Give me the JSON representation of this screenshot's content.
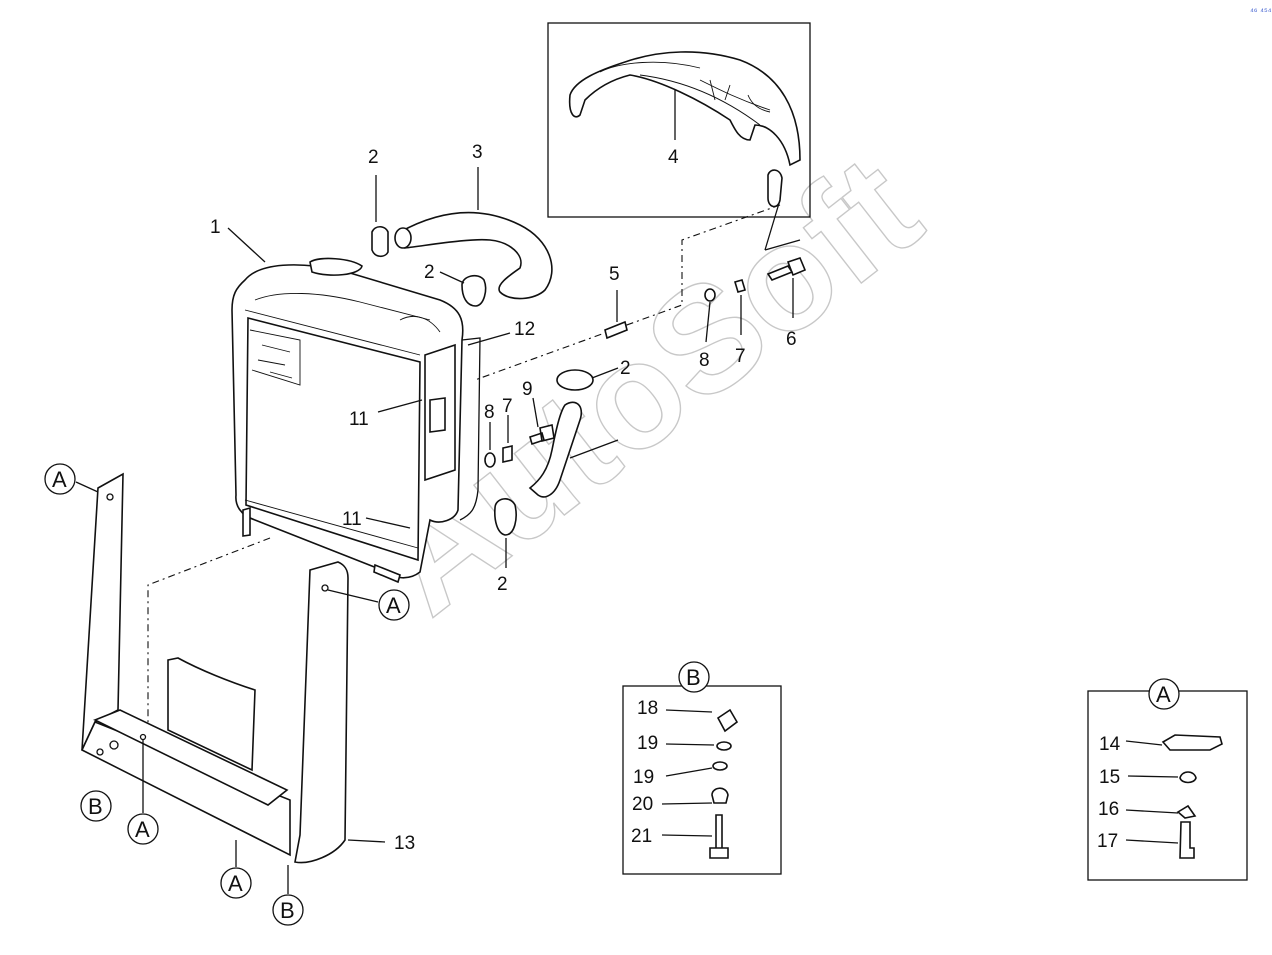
{
  "watermark": "AutoSoft",
  "corner_mark": "⁴⁶ ⁴⁵⁴",
  "callouts": {
    "c1": "1",
    "c2a": "2",
    "c2b": "2",
    "c2c": "2",
    "c2d": "2",
    "c3": "3",
    "c4": "4",
    "c5": "5",
    "c6": "6",
    "c7a": "7",
    "c7b": "7",
    "c8a": "8",
    "c8b": "8",
    "c9": "9",
    "c11a": "11",
    "c11b": "11",
    "c12": "12",
    "c13": "13"
  },
  "reference_marks": {
    "a1": "A",
    "a2": "A",
    "a3": "A",
    "a4": "A",
    "b1": "B",
    "b2": "B"
  },
  "detail_b": {
    "title": "B",
    "items": [
      "18",
      "19",
      "19",
      "20",
      "21"
    ]
  },
  "detail_a": {
    "title": "A",
    "items": [
      "14",
      "15",
      "16",
      "17"
    ]
  }
}
